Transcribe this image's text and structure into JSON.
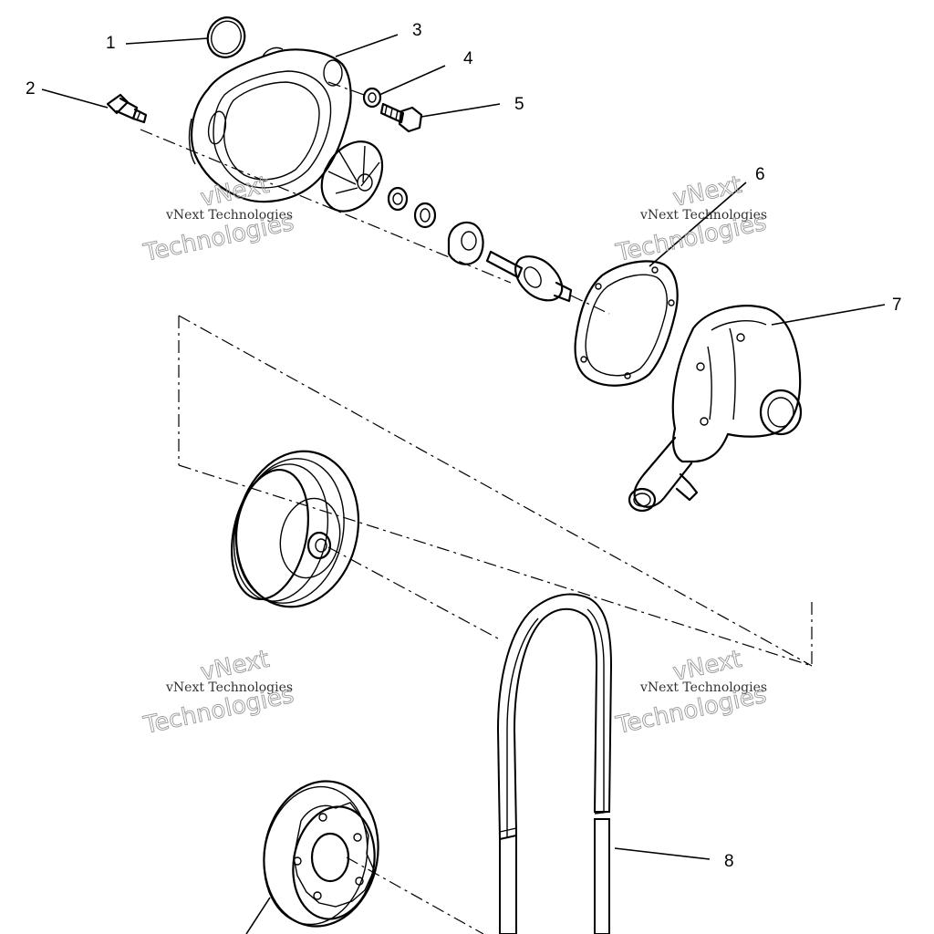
{
  "callouts": [
    {
      "id": "1",
      "label": "1"
    },
    {
      "id": "2",
      "label": "2"
    },
    {
      "id": "3",
      "label": "3"
    },
    {
      "id": "4",
      "label": "4"
    },
    {
      "id": "5",
      "label": "5"
    },
    {
      "id": "6",
      "label": "6"
    },
    {
      "id": "7",
      "label": "7"
    },
    {
      "id": "8",
      "label": "8"
    }
  ],
  "watermark": {
    "line_a": "vNext Technologies",
    "line_b": "vNext",
    "line_c": "Technologies"
  }
}
